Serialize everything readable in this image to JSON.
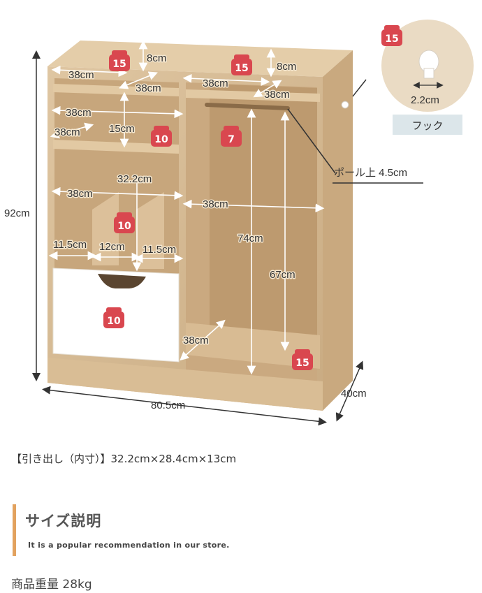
{
  "figure": {
    "dimensions": {
      "height_total": "92cm",
      "width_total": "80.5cm",
      "depth": "40cm",
      "top_left_width": "38cm",
      "top_left_depth": "38cm",
      "top_left_height": "8cm",
      "top_right_width": "38cm",
      "top_right_depth": "38cm",
      "top_right_height": "8cm",
      "mid_left_width": "38cm",
      "mid_left_depth": "38cm",
      "mid_left_height": "15cm",
      "lower_left_width": "38cm",
      "lower_left_height": "32.2cm",
      "divider_left": "11.5cm",
      "divider_mid": "12cm",
      "divider_right": "11.5cm",
      "hanging_width": "38cm",
      "hanging_height": "74cm",
      "below_rod": "67cm",
      "floor_depth": "38cm",
      "hook_width": "2.2cm",
      "pole": "ポール上 4.5cm"
    },
    "hook_label": "フック",
    "weights": {
      "top_left": "15",
      "top_right": "15",
      "mid_left": "10",
      "rod": "7",
      "dividers": "10",
      "drawer": "10",
      "floor": "15",
      "hook": "15"
    },
    "colors": {
      "wood": "#d7bc97",
      "wood_dark": "#b89a72",
      "interior": "#cfb089",
      "drawer": "#ffffff",
      "weight_badge": "#d9474f",
      "arrow": "#ffffff"
    }
  },
  "spec_line": "【引き出し（内寸）】32.2cm×28.4cm×13cm",
  "section": {
    "title": "サイズ説明",
    "subtitle": "It is a popular recommendation in our store."
  },
  "weight_line": "商品重量 28kg"
}
